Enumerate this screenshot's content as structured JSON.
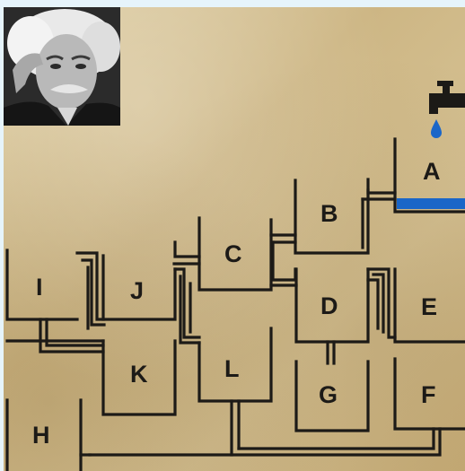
{
  "puzzle": {
    "tanks": [
      {
        "id": "A",
        "label": "A"
      },
      {
        "id": "B",
        "label": "B"
      },
      {
        "id": "C",
        "label": "C"
      },
      {
        "id": "D",
        "label": "D"
      },
      {
        "id": "E",
        "label": "E"
      },
      {
        "id": "F",
        "label": "F"
      },
      {
        "id": "G",
        "label": "G"
      },
      {
        "id": "H",
        "label": "H"
      },
      {
        "id": "I",
        "label": "I"
      },
      {
        "id": "J",
        "label": "J"
      },
      {
        "id": "K",
        "label": "K"
      },
      {
        "id": "L",
        "label": "L"
      }
    ],
    "water_source": "A",
    "colors": {
      "water": "#1a66c8",
      "pipe": "#1c1a17",
      "paper": "#d3bf8f"
    },
    "icons": {
      "faucet": "faucet-icon",
      "drop": "water-drop-icon",
      "portrait": "portrait-photo"
    }
  }
}
